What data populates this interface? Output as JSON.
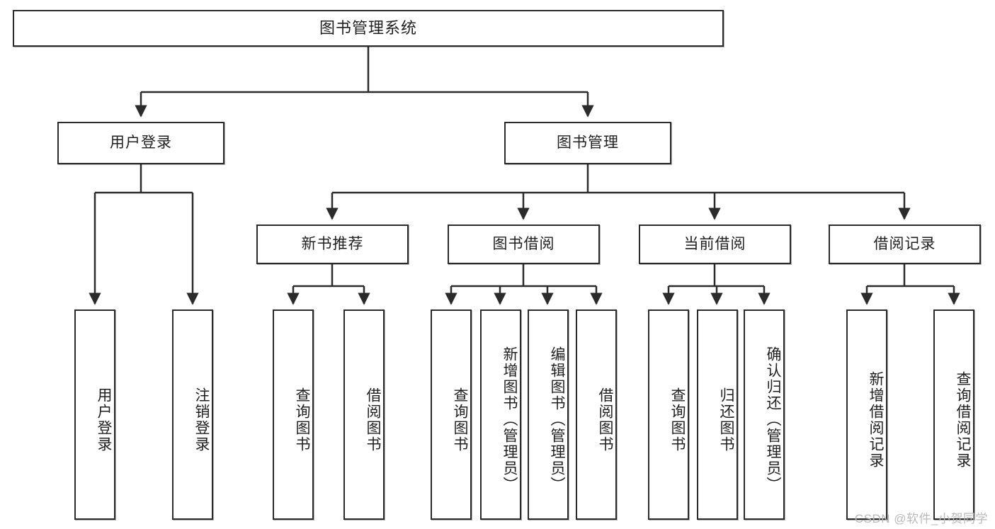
{
  "diagram": {
    "title": "图书管理系统",
    "type": "function-structure-tree",
    "colors": {
      "box_border": "#2b2b2b",
      "box_fill": "#ffffff",
      "connector": "#2b2b2b",
      "text": "#1f1f1f",
      "watermark": "#b9b9b9"
    },
    "watermark": "CSDN @软件_小贺同学",
    "levels": {
      "level1": [
        {
          "id": "root",
          "label": "图书管理系统"
        }
      ],
      "level2": [
        {
          "id": "user-login",
          "label": "用户登录"
        },
        {
          "id": "book-manage",
          "label": "图书管理"
        }
      ],
      "level3": [
        {
          "id": "new-book-recommend",
          "label": "新书推荐",
          "parent": "book-manage"
        },
        {
          "id": "book-borrow",
          "label": "图书借阅",
          "parent": "book-manage"
        },
        {
          "id": "current-borrow",
          "label": "当前借阅",
          "parent": "book-manage"
        },
        {
          "id": "borrow-record",
          "label": "借阅记录",
          "parent": "book-manage"
        }
      ],
      "leaves": [
        {
          "id": "leaf-user-login",
          "label": "用户登录",
          "parent": "user-login"
        },
        {
          "id": "leaf-logout-login",
          "label": "注销登录",
          "parent": "user-login"
        },
        {
          "id": "leaf-query-book-1",
          "label": "查询图书",
          "parent": "new-book-recommend"
        },
        {
          "id": "leaf-borrow-book-1",
          "label": "借阅图书",
          "parent": "new-book-recommend"
        },
        {
          "id": "leaf-query-book-2",
          "label": "查询图书",
          "parent": "book-borrow"
        },
        {
          "id": "leaf-add-book",
          "label": "新增图书（管理员）",
          "parent": "book-borrow"
        },
        {
          "id": "leaf-edit-book",
          "label": "编辑图书（管理员）",
          "parent": "book-borrow"
        },
        {
          "id": "leaf-borrow-book-2",
          "label": "借阅图书",
          "parent": "book-borrow"
        },
        {
          "id": "leaf-query-book-3",
          "label": "查询图书",
          "parent": "current-borrow"
        },
        {
          "id": "leaf-return-book",
          "label": "归还图书",
          "parent": "current-borrow"
        },
        {
          "id": "leaf-confirm-return",
          "label": "确认归还（管理员）",
          "parent": "current-borrow"
        },
        {
          "id": "leaf-add-record",
          "label": "新增借阅记录",
          "parent": "borrow-record"
        },
        {
          "id": "leaf-query-record",
          "label": "查询借阅记录",
          "parent": "borrow-record"
        }
      ]
    }
  }
}
